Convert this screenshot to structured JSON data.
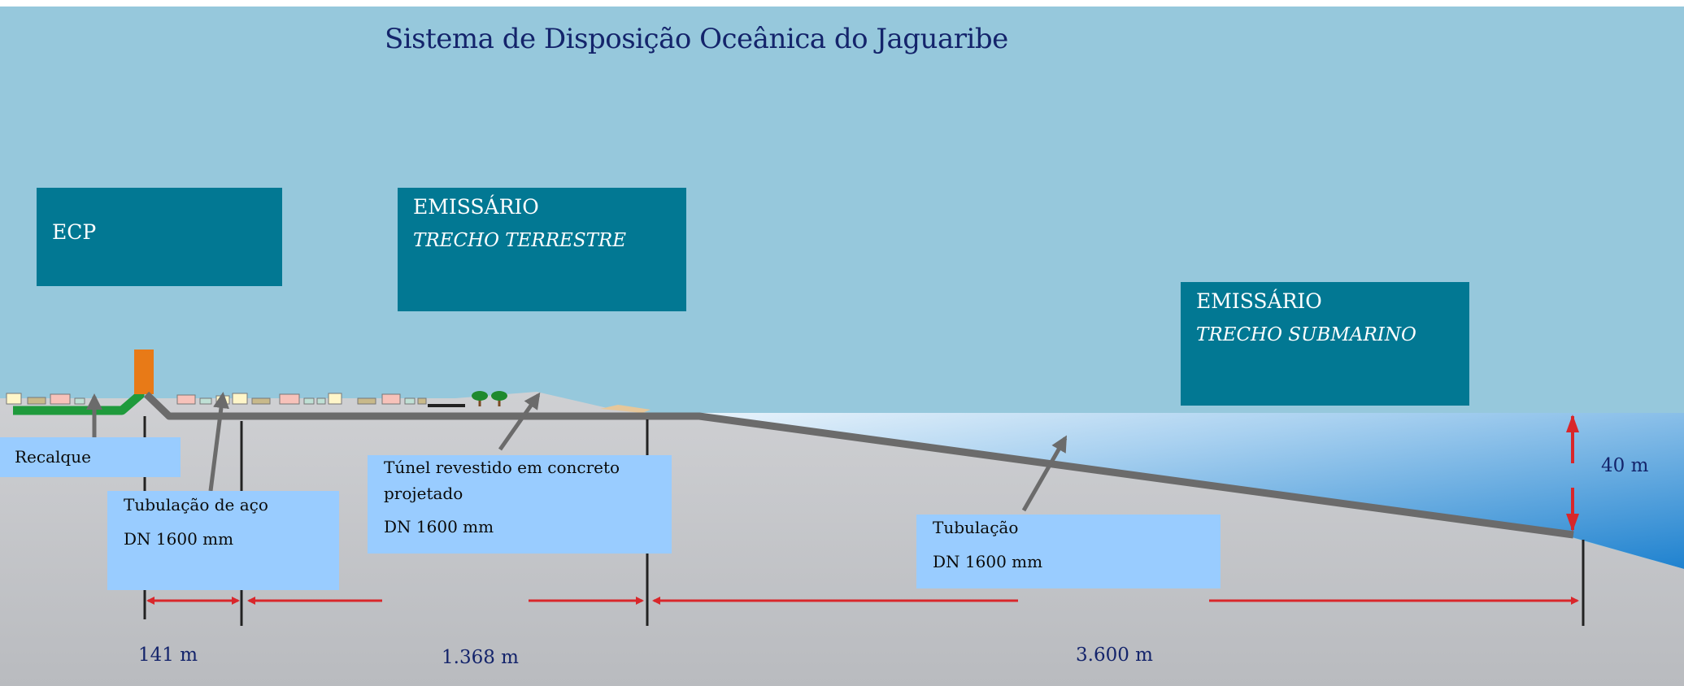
{
  "title": "Sistema de Disposição Oceânica do Jaguaribe",
  "boxes": {
    "ecp": {
      "label": "ECP"
    },
    "terrestre": {
      "line1": "EMISSÁRIO",
      "line2": "TRECHO TERRESTRE"
    },
    "submarino": {
      "line1": "EMISSÁRIO",
      "line2": "TRECHO SUBMARINO"
    }
  },
  "callouts": {
    "recalque": {
      "text": "Recalque"
    },
    "aco": {
      "line1": "Tubulação de aço",
      "line2": "DN 1600 mm"
    },
    "tunel": {
      "line1": "Túnel revestido em concreto",
      "line2": "projetado",
      "line3": "DN 1600 mm"
    },
    "tubulacao": {
      "line1": "Tubulação",
      "line2": "DN 1600 mm"
    }
  },
  "dimensions": {
    "d1": "141 m",
    "d2": "1.368 m",
    "d3": "3.600 m",
    "depth": "40 m"
  },
  "colors": {
    "sky": "#96c8dc",
    "ground": "#c4c6ca",
    "sea": "#5aa6dc",
    "pipe": "#6b6b6b",
    "teal_box": "#027893",
    "callout_box": "#99ccff",
    "arrow_red": "#d9262a",
    "pump_tower": "#e87a17",
    "green_pipe": "#1f9a3c",
    "text_navy": "#14246b"
  }
}
